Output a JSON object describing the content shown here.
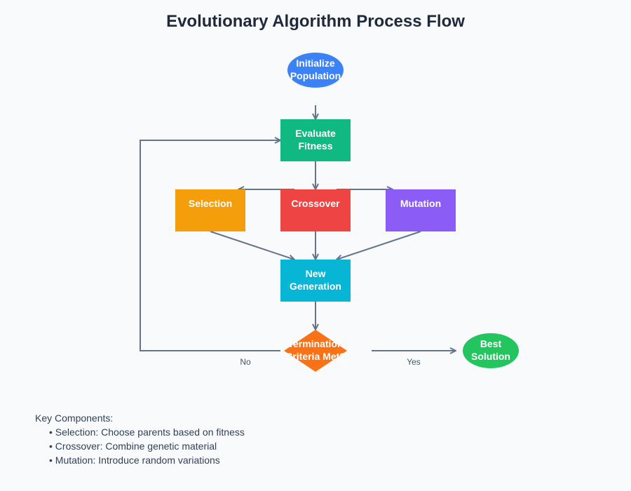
{
  "title": "Evolutionary Algorithm Process Flow",
  "nodes": {
    "init": {
      "lines": [
        "Initialize",
        "Population"
      ],
      "color": "#3b82f6"
    },
    "evaluate": {
      "lines": [
        "Evaluate",
        "Fitness"
      ],
      "color": "#10b981"
    },
    "selection": {
      "lines": [
        "Selection"
      ],
      "color": "#f59e0b"
    },
    "crossover": {
      "lines": [
        "Crossover"
      ],
      "color": "#ef4444"
    },
    "mutation": {
      "lines": [
        "Mutation"
      ],
      "color": "#8b5cf6"
    },
    "newgen": {
      "lines": [
        "New",
        "Generation"
      ],
      "color": "#06b6d4"
    },
    "termination": {
      "lines": [
        "Termination",
        "Criteria Met?"
      ],
      "color": "#f97316"
    },
    "best": {
      "lines": [
        "Best",
        "Solution"
      ],
      "color": "#22c55e"
    }
  },
  "edge_labels": {
    "no": "No",
    "yes": "Yes"
  },
  "edge_color": "#64748b",
  "key": {
    "heading": "Key Components:",
    "items": [
      "• Selection: Choose parents based on fitness",
      "• Crossover: Combine genetic material",
      "• Mutation: Introduce random variations"
    ]
  }
}
